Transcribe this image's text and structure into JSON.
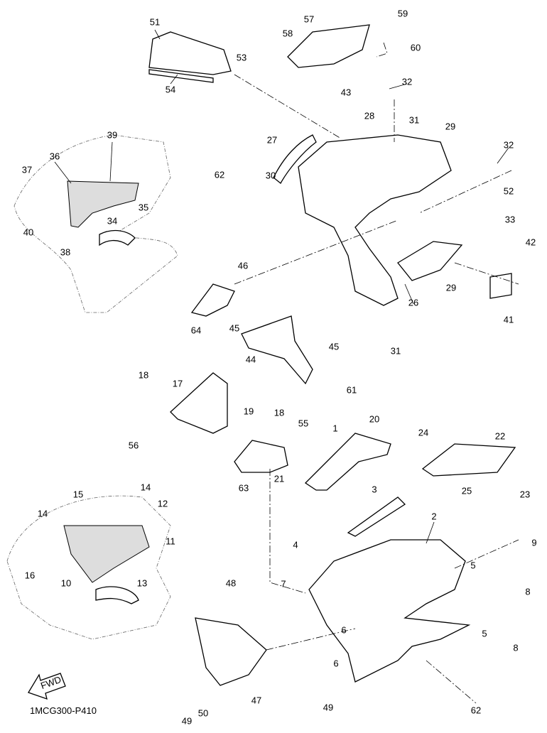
{
  "diagram_code": "1MCG300-P410",
  "fwd_label": "FWD",
  "callouts": [
    "51",
    "57",
    "59",
    "58",
    "60",
    "53",
    "54",
    "32",
    "43",
    "28",
    "31",
    "29",
    "39",
    "27",
    "32",
    "36",
    "62",
    "37",
    "52",
    "30",
    "35",
    "34",
    "40",
    "33",
    "38",
    "42",
    "46",
    "29",
    "26",
    "41",
    "45",
    "64",
    "31",
    "45",
    "44",
    "61",
    "18",
    "17",
    "19",
    "18",
    "20",
    "55",
    "1",
    "24",
    "22",
    "56",
    "63",
    "21",
    "25",
    "3",
    "15",
    "14",
    "12",
    "14",
    "2",
    "23",
    "11",
    "4",
    "9",
    "16",
    "10",
    "13",
    "5",
    "7",
    "48",
    "8",
    "6",
    "5",
    "6",
    "8",
    "62",
    "49",
    "47",
    "50",
    "49"
  ]
}
